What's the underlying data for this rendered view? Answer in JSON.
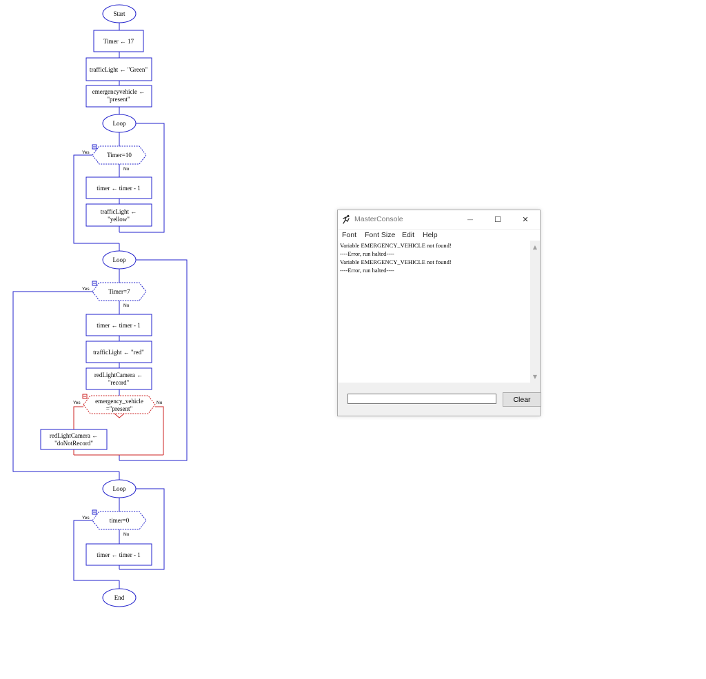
{
  "flowchart": {
    "start": "Start",
    "end": "End",
    "yes_label": "Yes",
    "no_label": "No",
    "loop_label": "Loop",
    "assign_timer": "Timer ← 17",
    "assign_traffic_green": "trafficLight ← \"Green\"",
    "assign_emergency_line1": "emergencyvehicle ←",
    "assign_emergency_line2": "\"present\"",
    "loop1_condition": "Timer=10",
    "loop1_decrement": "timer ← timer - 1",
    "loop1_yellow_line1": "trafficLight ←",
    "loop1_yellow_line2": "\"yellow\"",
    "loop2_condition": "Timer=7",
    "loop2_decrement": "timer ← timer - 1",
    "loop2_red": "trafficLight ← \"red\"",
    "loop2_camera_line1": "redLightCamera ←",
    "loop2_camera_line2": "\"record\"",
    "if_condition_line1": "emergency_vehicle",
    "if_condition_line2": "=\"present\"",
    "if_camera_line1": "redLightCamera ←",
    "if_camera_line2": "\"doNotRecord\"",
    "loop3_condition": "timer=0",
    "loop3_decrement": "timer ← timer - 1",
    "colors": {
      "main": "#2222cc",
      "selected_if": "#cc2222"
    }
  },
  "console": {
    "title": "MasterConsole",
    "window_controls": {
      "minimize": "—",
      "maximize": "☐",
      "close": "✕"
    },
    "menu": [
      "Font",
      "Font Size",
      "Edit",
      "Help"
    ],
    "output_lines": [
      "Variable EMERGENCY_VEHICLE not found!",
      "----Error, run halted----",
      "Variable EMERGENCY_VEHICLE not found!",
      "----Error, run halted----"
    ],
    "input_value": "",
    "clear_label": "Clear",
    "scroll_up_icon": "▲",
    "scroll_down_icon": "▼"
  }
}
